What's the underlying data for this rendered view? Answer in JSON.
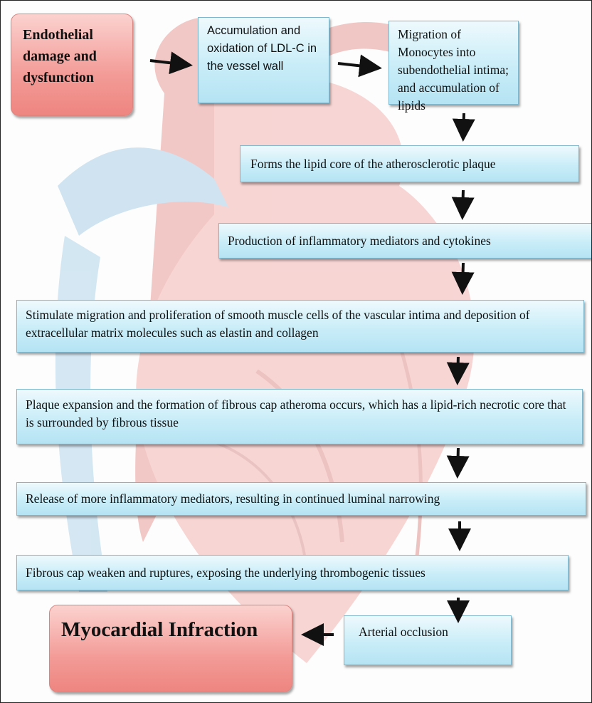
{
  "diagram": {
    "start": "Endothelial damage and dysfunction",
    "step_ldl": "Accumulation and oxidation of LDL-C in the vessel wall",
    "step_monocytes": "Migration of Monocytes into subendothelial intima; and accumulation of lipids",
    "step_lipid_core": "Forms the lipid core of the atherosclerotic plaque",
    "step_mediators": "Production of inflammatory mediators and cytokines",
    "step_smooth_muscle": "Stimulate migration and proliferation of smooth muscle cells of the vascular intima and deposition of extracellular matrix molecules such as elastin and collagen",
    "step_plaque": "Plaque expansion and the formation of fibrous cap atheroma occurs, which has a lipid-rich necrotic core that is surrounded by fibrous tissue",
    "step_release": "Release of more inflammatory mediators, resulting in continued luminal narrowing",
    "step_rupture": "Fibrous cap weaken and ruptures, exposing the underlying thrombogenic tissues",
    "step_occlusion": "Arterial occlusion",
    "end": "Myocardial Infraction"
  },
  "colors": {
    "box_fill": "#c9edf8",
    "box_border": "#7fb6cc",
    "terminal_fill": "#f39b97",
    "arrow": "#111111"
  },
  "background_art": "heart-illustration"
}
